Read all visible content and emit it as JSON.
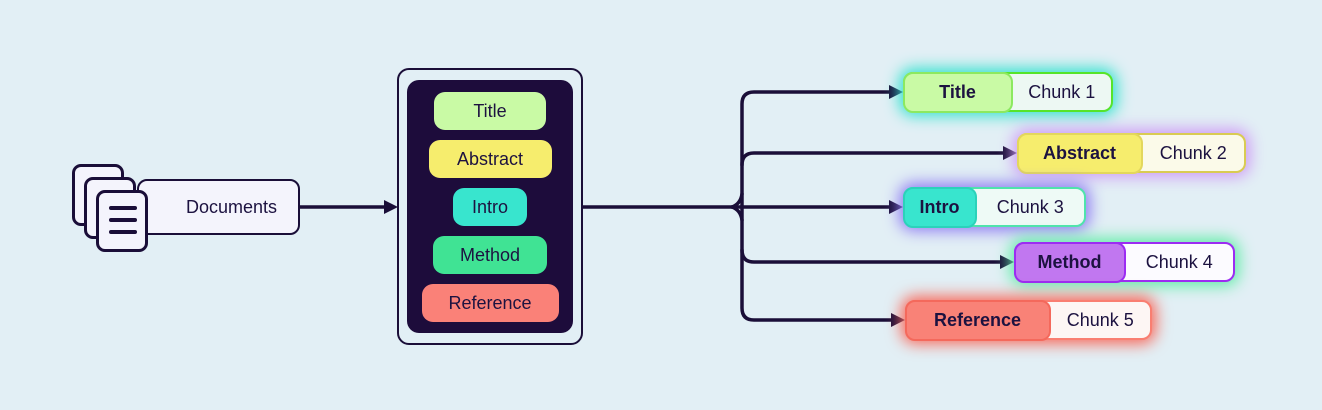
{
  "canvas": {
    "background": "#e2eff5",
    "ink": "#1a0e38"
  },
  "documents_node": {
    "label": "Documents",
    "icon": "stacked-documents-icon"
  },
  "container": {
    "bg": "#1d0c3b",
    "sections": [
      {
        "label": "Title",
        "color": "#c9faa5"
      },
      {
        "label": "Abstract",
        "color": "#f6ed6d"
      },
      {
        "label": "Intro",
        "color": "#38e5ce"
      },
      {
        "label": "Method",
        "color": "#40e394"
      },
      {
        "label": "Reference",
        "color": "#fa8178"
      }
    ]
  },
  "chunks": [
    {
      "label": "Title",
      "text": "Chunk 1",
      "label_bg": "#c9faa5",
      "label_border": "#8ce960",
      "border": "#56e42a",
      "body_bg": "#edf8f3",
      "glow": "#35e2cf"
    },
    {
      "label": "Abstract",
      "text": "Chunk 2",
      "label_bg": "#f6ed6d",
      "label_border": "#e3d75c",
      "border": "#d9cb52",
      "body_bg": "#fbfae9",
      "glow": "#cf9cf5"
    },
    {
      "label": "Intro",
      "text": "Chunk 3",
      "label_bg": "#38e5ce",
      "label_border": "#2bd2ba",
      "border": "#4fe3ac",
      "body_bg": "#eefaf6",
      "glow": "#8f7cf2"
    },
    {
      "label": "Method",
      "text": "Chunk 4",
      "label_bg": "#c177f0",
      "label_border": "#9c2cf2",
      "border": "#9c2cf2",
      "body_bg": "#fcfbff",
      "glow": "#62eca8"
    },
    {
      "label": "Reference",
      "text": "Chunk 5",
      "label_bg": "#f98277",
      "label_border": "#f4695c",
      "border": "#f97e71",
      "body_bg": "#fdf6f4",
      "glow": "#f9695b"
    }
  ]
}
